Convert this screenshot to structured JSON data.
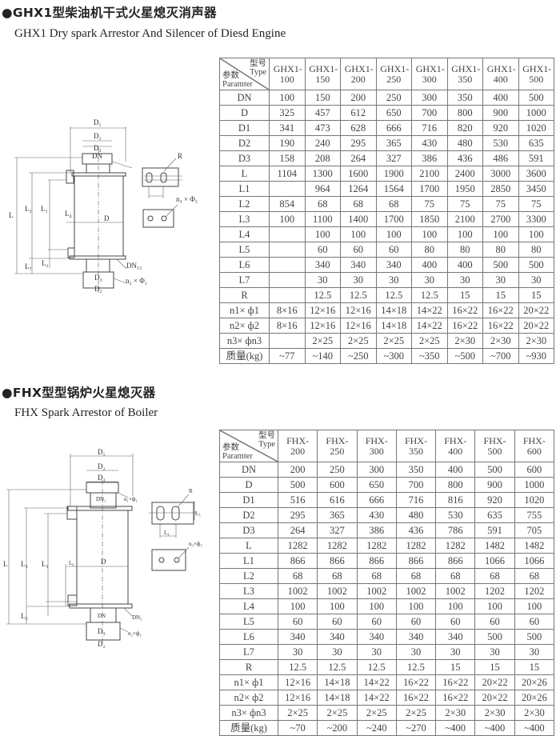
{
  "section1": {
    "title": "●GHX1型柴油机干式火星熄灭消声器",
    "subtitle": "GHX1 Dry spark Arrestor And Silencer of Diesd Engine",
    "corner": {
      "type_cn": "型号",
      "type_en": "Type",
      "param_cn": "参数",
      "param_en": "Paramter"
    },
    "columns": [
      "GHX1-100",
      "GHX1-150",
      "GHX1-200",
      "GHX1-250",
      "GHX1-300",
      "GHX1-350",
      "GHX1-400",
      "GHX1-500"
    ],
    "rows": [
      {
        "param": "DN",
        "values": [
          "100",
          "150",
          "200",
          "250",
          "300",
          "350",
          "400",
          "500"
        ]
      },
      {
        "param": "D",
        "values": [
          "325",
          "457",
          "612",
          "650",
          "700",
          "800",
          "900",
          "1000"
        ]
      },
      {
        "param": "D1",
        "values": [
          "341",
          "473",
          "628",
          "666",
          "716",
          "820",
          "920",
          "1020"
        ]
      },
      {
        "param": "D2",
        "values": [
          "190",
          "240",
          "295",
          "365",
          "430",
          "480",
          "530",
          "635"
        ]
      },
      {
        "param": "D3",
        "values": [
          "158",
          "208",
          "264",
          "327",
          "386",
          "436",
          "486",
          "591"
        ]
      },
      {
        "param": "L",
        "values": [
          "1104",
          "1300",
          "1600",
          "1900",
          "2100",
          "2400",
          "3000",
          "3600"
        ]
      },
      {
        "param": "L1",
        "values": [
          "",
          "964",
          "1264",
          "1564",
          "1700",
          "1950",
          "2850",
          "3450"
        ]
      },
      {
        "param": "L2",
        "values": [
          "854",
          "68",
          "68",
          "68",
          "75",
          "75",
          "75",
          "75"
        ]
      },
      {
        "param": "L3",
        "values": [
          "100",
          "1100",
          "1400",
          "1700",
          "1850",
          "2100",
          "2700",
          "3300"
        ]
      },
      {
        "param": "L4",
        "values": [
          "",
          "100",
          "100",
          "100",
          "100",
          "100",
          "100",
          "100"
        ]
      },
      {
        "param": "L5",
        "values": [
          "",
          "60",
          "60",
          "60",
          "80",
          "80",
          "80",
          "80"
        ]
      },
      {
        "param": "L6",
        "values": [
          "",
          "340",
          "340",
          "340",
          "400",
          "400",
          "500",
          "500"
        ]
      },
      {
        "param": "L7",
        "values": [
          "",
          "30",
          "30",
          "30",
          "30",
          "30",
          "30",
          "30"
        ]
      },
      {
        "param": "R",
        "values": [
          "",
          "12.5",
          "12.5",
          "12.5",
          "12.5",
          "15",
          "15",
          "15"
        ]
      },
      {
        "param": "n1× ф1",
        "values": [
          "8×16",
          "12×16",
          "12×16",
          "14×18",
          "14×22",
          "16×22",
          "16×22",
          "20×22"
        ]
      },
      {
        "param": "n2× ф2",
        "values": [
          "8×16",
          "12×16",
          "12×16",
          "14×18",
          "14×22",
          "16×22",
          "16×22",
          "20×22"
        ]
      },
      {
        "param": "n3× фn3",
        "values": [
          "",
          "2×25",
          "2×25",
          "2×25",
          "2×25",
          "2×30",
          "2×30",
          "2×30"
        ]
      },
      {
        "param": "质量(kg)",
        "values": [
          "~77",
          "~140",
          "~250",
          "~300",
          "~350",
          "~500",
          "~700",
          "~930"
        ]
      }
    ],
    "diagram_labels": {
      "d1": "D₁",
      "d2": "D₂",
      "d3": "D₃",
      "dn": "DN",
      "r": "R",
      "n3": "n₃ × Φ₃",
      "l": "L",
      "l3": "L₃",
      "l1": "L₁",
      "l4": "L₄",
      "d": "D",
      "l7": "L₇",
      "l2": "L₂",
      "dn3": "DN₁₃",
      "n2": "n₂ × Φ₂",
      "d3b": "D₃",
      "d2b": "D₂"
    }
  },
  "section2": {
    "title": "●FHX型型锅炉火星熄灭器",
    "subtitle": "FHX Spark Arrestor of Boiler",
    "corner": {
      "type_cn": "型号",
      "type_en": "Type",
      "param_cn": "参数",
      "param_en": "Paramter"
    },
    "columns": [
      "FHX-200",
      "FHX-250",
      "FHX-300",
      "FHX-350",
      "FHX-400",
      "FHX-500",
      "FHX-600"
    ],
    "rows": [
      {
        "param": "DN",
        "values": [
          "200",
          "250",
          "300",
          "350",
          "400",
          "500",
          "600"
        ]
      },
      {
        "param": "D",
        "values": [
          "500",
          "600",
          "650",
          "700",
          "800",
          "900",
          "1000"
        ]
      },
      {
        "param": "D1",
        "values": [
          "516",
          "616",
          "666",
          "716",
          "816",
          "920",
          "1020"
        ]
      },
      {
        "param": "D2",
        "values": [
          "295",
          "365",
          "430",
          "480",
          "530",
          "635",
          "755"
        ]
      },
      {
        "param": "D3",
        "values": [
          "264",
          "327",
          "386",
          "436",
          "786",
          "591",
          "705"
        ]
      },
      {
        "param": "L",
        "values": [
          "1282",
          "1282",
          "1282",
          "1282",
          "1282",
          "1482",
          "1482"
        ]
      },
      {
        "param": "L1",
        "values": [
          "866",
          "866",
          "866",
          "866",
          "866",
          "1066",
          "1066"
        ]
      },
      {
        "param": "L2",
        "values": [
          "68",
          "68",
          "68",
          "68",
          "68",
          "68",
          "68"
        ]
      },
      {
        "param": "L3",
        "values": [
          "1002",
          "1002",
          "1002",
          "1002",
          "1002",
          "1202",
          "1202"
        ]
      },
      {
        "param": "L4",
        "values": [
          "100",
          "100",
          "100",
          "100",
          "100",
          "100",
          "100"
        ]
      },
      {
        "param": "L5",
        "values": [
          "60",
          "60",
          "60",
          "60",
          "60",
          "60",
          "60"
        ]
      },
      {
        "param": "L6",
        "values": [
          "340",
          "340",
          "340",
          "340",
          "340",
          "500",
          "500"
        ]
      },
      {
        "param": "L7",
        "values": [
          "30",
          "30",
          "30",
          "30",
          "30",
          "30",
          "30"
        ]
      },
      {
        "param": "R",
        "values": [
          "12.5",
          "12.5",
          "12.5",
          "12.5",
          "15",
          "15",
          "15"
        ]
      },
      {
        "param": "n1× ф1",
        "values": [
          "12×16",
          "14×18",
          "14×22",
          "16×22",
          "16×22",
          "20×22",
          "20×26"
        ]
      },
      {
        "param": "n2× ф2",
        "values": [
          "12×16",
          "14×18",
          "14×22",
          "16×22",
          "16×22",
          "20×22",
          "20×26"
        ]
      },
      {
        "param": "n3× фn3",
        "values": [
          "2×25",
          "2×25",
          "2×25",
          "2×25",
          "2×30",
          "2×30",
          "2×30"
        ]
      },
      {
        "param": "质量(kg)",
        "values": [
          "~70",
          "~200",
          "~240",
          "~270",
          "~400",
          "~400",
          "~400"
        ]
      }
    ],
    "diagram_labels": {
      "d1": "D₁",
      "d2": "D₂",
      "d3": "D₃",
      "dn_top": "DN₁",
      "n1": "n₁×ф₁",
      "r": "R",
      "l5": "L₅",
      "l4": "L₄",
      "n3": "n₃×ф₃",
      "l": "L",
      "l3": "L₃",
      "l1": "L₁",
      "l6": "L₆",
      "d": "D",
      "l2": "L₂",
      "dn": "DN",
      "dn3": "DN₃",
      "d3b": "D₃",
      "d2b": "D₂",
      "n2": "n₂×ф₂"
    }
  }
}
